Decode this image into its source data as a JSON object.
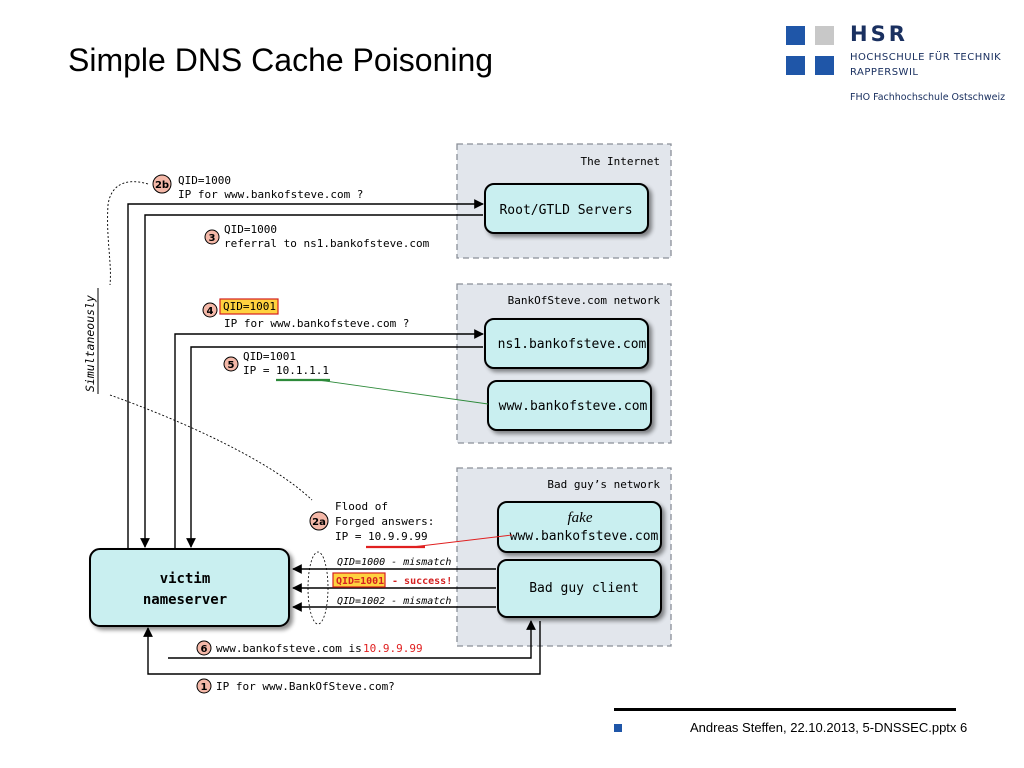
{
  "slide": {
    "title": "Simple DNS Cache Poisoning",
    "footer": "Andreas Steffen, 22.10.2013, 5-DNSSEC.pptx 6"
  },
  "logo": {
    "name": "HSR",
    "line1": "HOCHSCHULE FÜR TECHNIK",
    "line2": "RAPPERSWIL",
    "line3": "FHO Fachhochschule Ostschweiz",
    "colors": {
      "blue": "#1f56a8",
      "gray": "#c8c8c8"
    }
  },
  "diagram": {
    "colors": {
      "box_fill": "#c9eff0",
      "region_fill": "#e2e6ec",
      "highlight_fill": "#ffd23f",
      "highlight_border": "#d42020",
      "red": "#e02020",
      "green": "#2d8a3a"
    },
    "regions": {
      "internet": "The Internet",
      "bank": "BankOfSteve.com network",
      "bad": "Bad guy’s network"
    },
    "boxes": {
      "root": "Root/GTLD Servers",
      "ns1": "ns1.bankofsteve.com",
      "www": "www.bankofsteve.com",
      "fake_label": "fake",
      "fake_host": "www.bankofsteve.com",
      "badclient": "Bad guy client",
      "victim_l1": "victim",
      "victim_l2": "nameserver"
    },
    "simultaneously": "Simultaneously",
    "steps": {
      "s1_num": "1",
      "s1_text": "IP for www.BankOfSteve.com?",
      "s2b_num": "2b",
      "s2b_l1": "QID=1000",
      "s2b_l2": "IP for www.bankofsteve.com ?",
      "s3_num": "3",
      "s3_l1": "QID=1000",
      "s3_l2": "referral to ns1.bankofsteve.com",
      "s4_num": "4",
      "s4_qid": "QID=1001",
      "s4_l2": "IP for www.bankofsteve.com ?",
      "s5_num": "5",
      "s5_l1": "QID=1001",
      "s5_prefix": "IP = ",
      "s5_ip": "10.1.1.1",
      "s2a_num": "2a",
      "s2a_l1": "Flood of",
      "s2a_l2": "Forged answers:",
      "s2a_prefix": "IP = ",
      "s2a_ip": "10.9.9.99",
      "s6_num": "6",
      "s6_text": "www.bankofsteve.com is ",
      "s6_ip": "10.9.9.99"
    },
    "forged": {
      "f1": "QID=1000 - mismatch",
      "f2_qid": "QID=1001",
      "f2_rest": " - success!",
      "f3": "QID=1002 - mismatch"
    }
  }
}
